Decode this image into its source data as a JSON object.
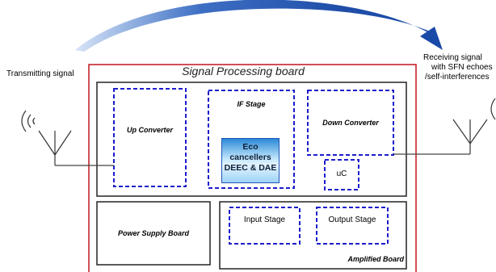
{
  "labels": {
    "transmitting": "Transmitting signal",
    "receiving_line1": "Receiving signal",
    "receiving_line2": "with  SFN echoes",
    "receiving_line3": "/self-interferences"
  },
  "signal_processing_board": {
    "title": "Signal Processing board"
  },
  "blocks": {
    "up_converter": "Up Converter",
    "if_stage": "IF Stage",
    "eco_line1": "Eco cancellers",
    "eco_line2": "DEEC & DAE",
    "down_converter": "Down Converter",
    "uc": "uC",
    "power_supply": "Power Supply Board",
    "input_stage": "Input Stage",
    "output_stage": "Output Stage",
    "amplified_board": "Amplified  Board"
  },
  "colors": {
    "board_border": "#c0171f",
    "dashed_blue": "#1c1ccc",
    "arc_dark": "#1f4ea8",
    "arc_light": "#8fb6e8"
  }
}
